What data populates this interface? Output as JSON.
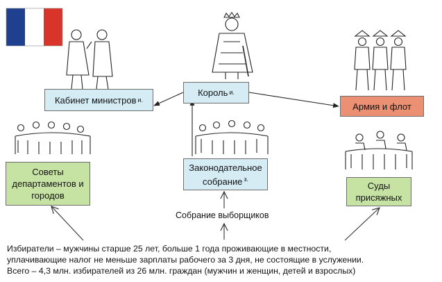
{
  "nodes": {
    "king": {
      "label": "Король",
      "mark": "и."
    },
    "cabinet": {
      "label": "Кабинет министров",
      "mark": "и."
    },
    "army": {
      "label": "Армия и флот"
    },
    "councils": {
      "line1": "Советы",
      "line2": "департаментов и",
      "line3": "городов"
    },
    "assembly": {
      "line1": "Законодательное",
      "line2": "собрание",
      "mark": "з."
    },
    "courts": {
      "line1": "Суды",
      "line2": "присяжных"
    }
  },
  "electors_meeting": "Собрание выборщиков",
  "footnote": {
    "line1": "Избиратели – мужчины старше 25 лет, больше 1 года проживающие в местности,",
    "line2": "уплачивающие налог не меньше зарплаты рабочего за 3 дня, не состоящие в услужении.",
    "line3": "Всего – 4,3 млн. избирателей из 26 млн. граждан (мужчин и женщин, детей и взрослых)"
  },
  "colors": {
    "flag_blue": "#1f3f8f",
    "flag_white": "#ffffff",
    "flag_red": "#d8342a",
    "box_blue": "#d5ecf5",
    "box_green": "#c7e3a4",
    "box_red": "#eb9072"
  }
}
